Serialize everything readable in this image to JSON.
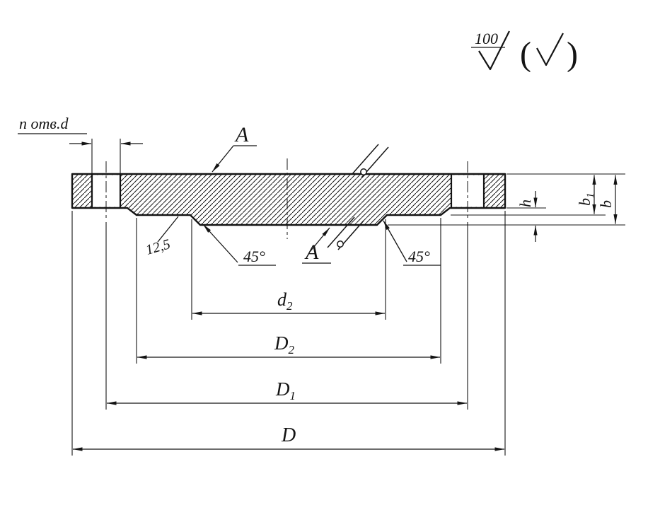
{
  "drawing": {
    "background": "#ffffff",
    "ink": "#141414",
    "type": "flange-cross-section-technical-drawing"
  },
  "surface_finish": {
    "roughness_value": "100",
    "paren_open": "(",
    "paren_close": ")"
  },
  "notes": {
    "holes_note": "n отв.d",
    "section_label_top": "A",
    "section_label_bottom": "A",
    "roughness_local": "12,5",
    "chamfer_left": "45°",
    "chamfer_right": "45°"
  },
  "dimensions": {
    "d2": {
      "base": "d",
      "sub": "2"
    },
    "D2": {
      "base": "D",
      "sub": "2"
    },
    "D1": {
      "base": "D",
      "sub": "1"
    },
    "D": {
      "base": "D",
      "sub": ""
    },
    "h": {
      "base": "h",
      "sub": ""
    },
    "b1": {
      "base": "b",
      "sub": "1"
    },
    "b": {
      "base": "b",
      "sub": ""
    }
  }
}
